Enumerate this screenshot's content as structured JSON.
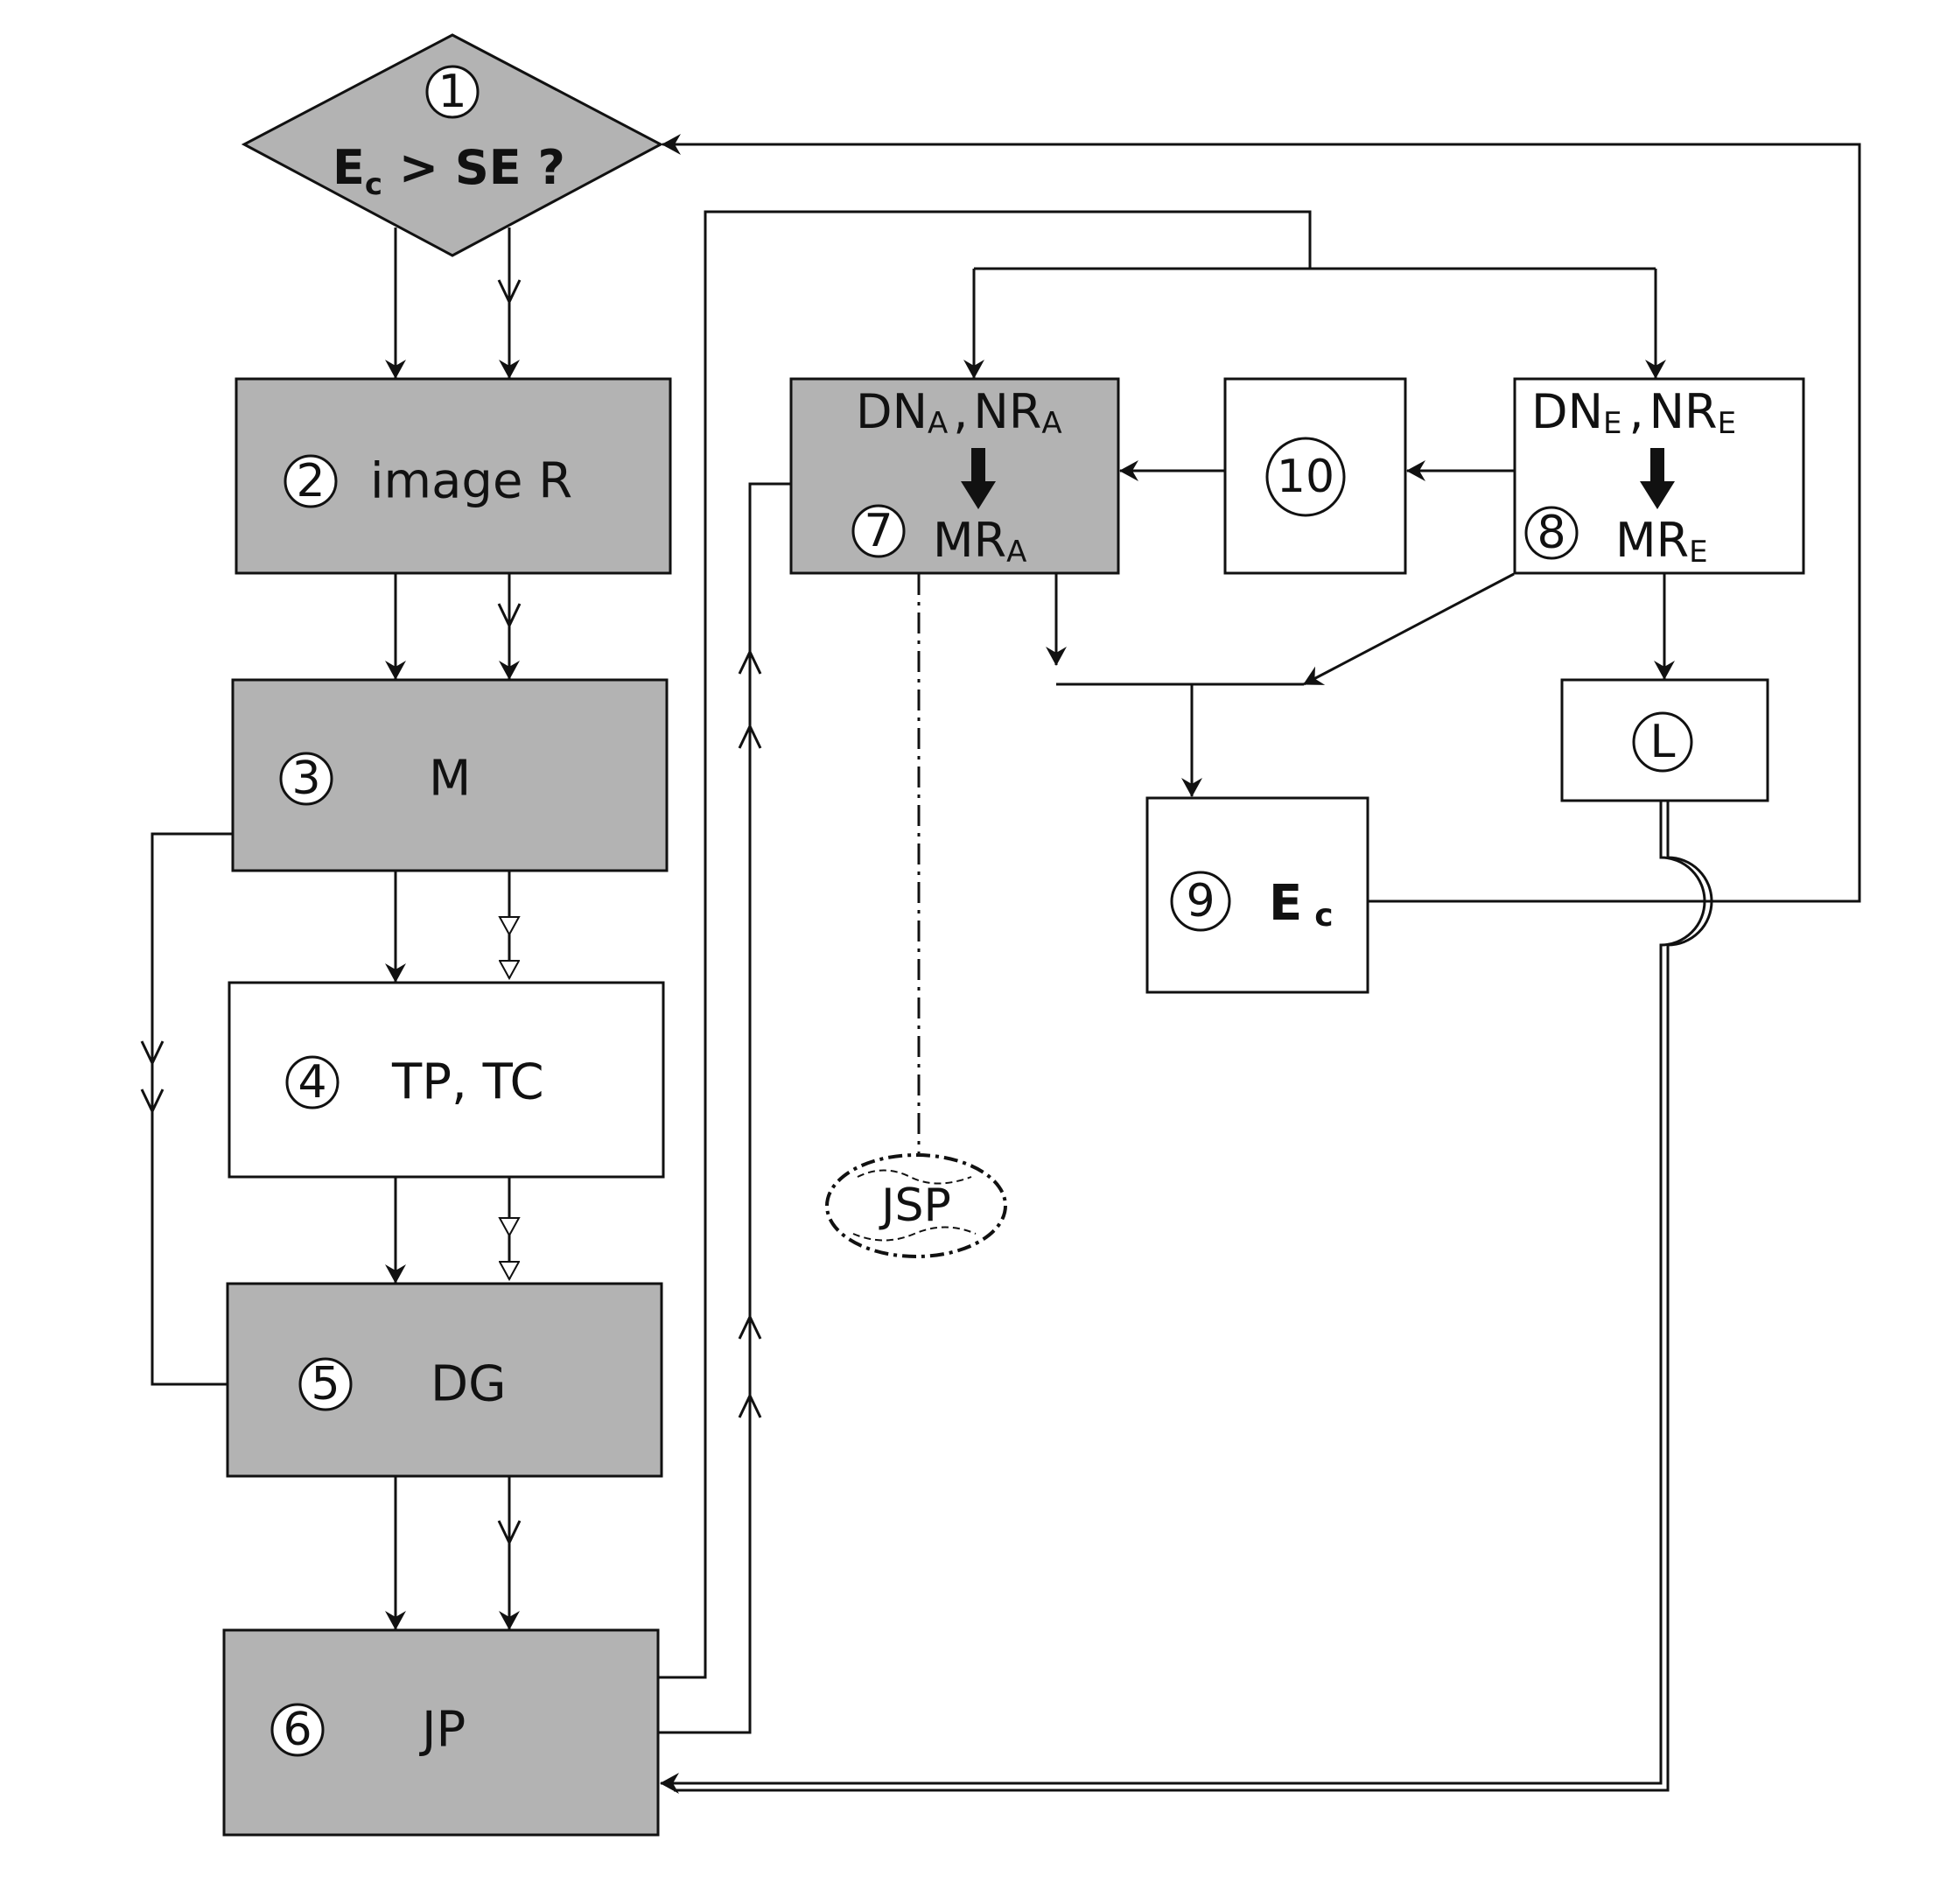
{
  "colors": {
    "shaded_box": "#b3b3b3",
    "line": "#111111",
    "background": "#ffffff"
  },
  "nodes": {
    "n1": {
      "number": "1",
      "label_main": "E",
      "label_sub": "c",
      "label_rest": " > SE ?"
    },
    "n2": {
      "number": "2",
      "label": "image R"
    },
    "n3": {
      "number": "3",
      "label": "M"
    },
    "n4": {
      "number": "4",
      "label": "TP, TC"
    },
    "n5": {
      "number": "5",
      "label": "DG"
    },
    "n6": {
      "number": "6",
      "label": "JP"
    },
    "n7": {
      "number": "7",
      "dn": "DN",
      "dn_sub": "A",
      "nr": "NR",
      "nr_sub": "A",
      "comma": ",",
      "mr": "MR",
      "mr_sub": "A"
    },
    "n8": {
      "number": "8",
      "dn": "DN",
      "dn_sub": "E",
      "nr": "NR",
      "nr_sub": "E",
      "comma": ",",
      "mr": "MR",
      "mr_sub": "E"
    },
    "n9": {
      "number": "9",
      "label_main": "E",
      "label_sub": "c"
    },
    "n10": {
      "number": "10"
    },
    "nL": {
      "label": "L"
    },
    "jsp": {
      "label": "JSP"
    }
  }
}
